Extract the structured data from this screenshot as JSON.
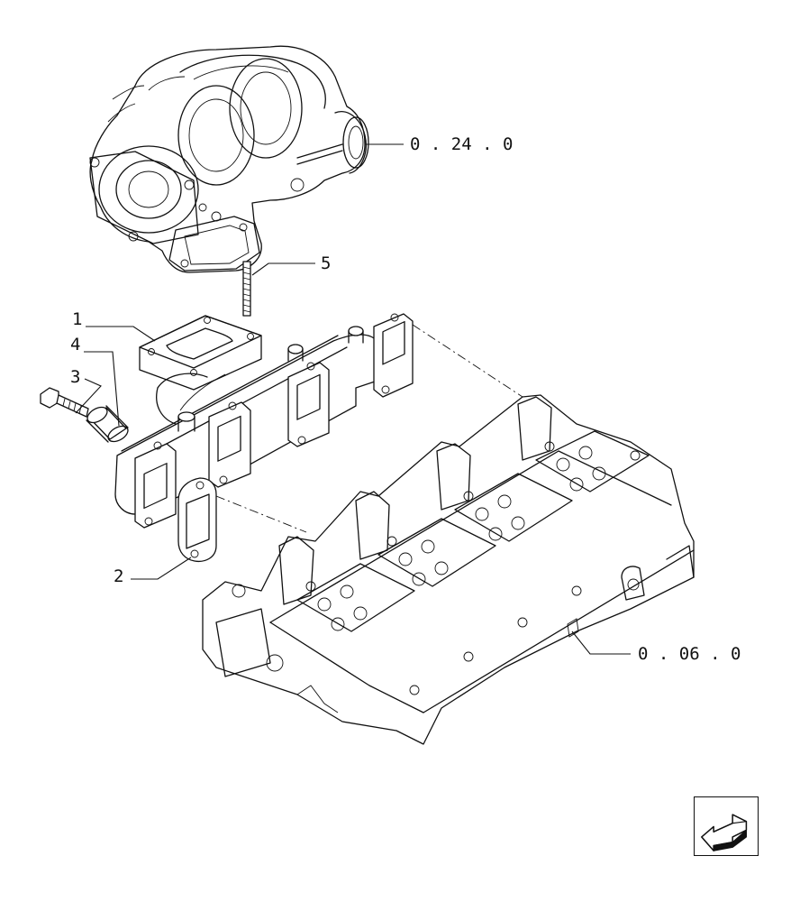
{
  "callouts": {
    "part_1": "1",
    "part_2": "2",
    "part_3": "3",
    "part_4": "4",
    "part_5": "5"
  },
  "references": {
    "turbocharger_ref": "0 . 24 . 0",
    "cylinder_head_ref": "0 . 06 . 0"
  },
  "icons": {
    "nav": "arrow-back-icon"
  }
}
